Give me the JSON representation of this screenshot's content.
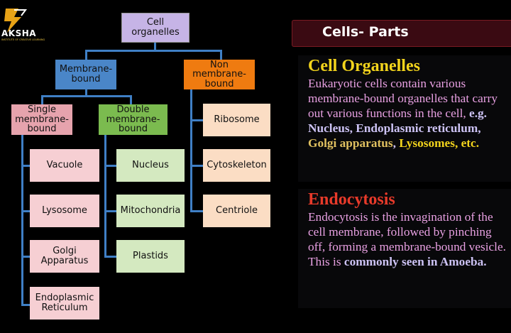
{
  "logo": {
    "text": "AKSHA",
    "tagline": "INSTITUTE OF CREATIVE LEARNING",
    "color": "#e8a317"
  },
  "diagram": {
    "root": "Cell organelles",
    "membrane_bound": "Membrane-bound",
    "non_membrane_bound": "Non membrane-bound",
    "single": "Single membrane-bound",
    "double": "Double membrane-bound",
    "single_items": [
      "Vacuole",
      "Lysosome",
      "Golgi Apparatus",
      "Endoplasmic Reticulum"
    ],
    "double_items": [
      "Nucleus",
      "Mitochondria",
      "Plastids"
    ],
    "non_items": [
      "Ribosome",
      "Cytoskeleton",
      "Centriole"
    ]
  },
  "panel": {
    "title": "Cells- Parts",
    "section1": {
      "heading": "Cell Organelles",
      "text": "Eukaryotic cells contain various membrane-bound organelles that carry out various functions in the cell,",
      "eg": "e.g. Nucleus, Endoplasmic reticulum,",
      "golgi": "Golgi apparatus",
      "comma": ",",
      "lysosomes": "Lysosomes, etc."
    },
    "section2": {
      "heading": "Endocytosis",
      "text": "Endocytosis is the invagination of the cell membrane, followed by pinching off, forming a membrane-bound vesicle. This is",
      "emph": "commonly seen in Amoeba."
    }
  },
  "colors": {
    "connector": "#3f7fc5",
    "heading_yellow": "#f3d41c",
    "heading_red": "#e83a2a",
    "body_pink": "#e8a0e2",
    "emph_lavender": "#cdc3f5",
    "golgi_yellow": "#e0c060"
  }
}
